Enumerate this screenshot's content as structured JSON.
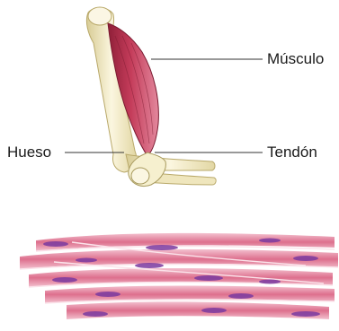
{
  "labels": {
    "muscle": "Músculo",
    "bone": "Hueso",
    "tendon": "Tendón"
  },
  "colors": {
    "muscle": "#c43c5a",
    "muscle_dark": "#8f1f38",
    "bone": "#f3ecc4",
    "bone_shadow": "#d8cc95",
    "fiber": "#e07f9a",
    "fiber_light": "#f3c1cf",
    "nucleus": "#7b3aa0",
    "leader": "#333333"
  }
}
